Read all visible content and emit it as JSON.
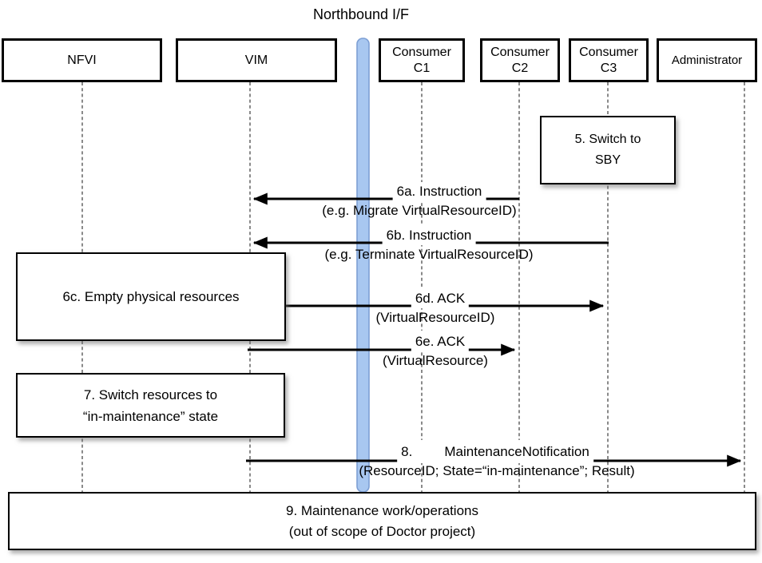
{
  "title": "Northbound I/F",
  "colors": {
    "bar_fill": "#A8C7F0",
    "bar_border": "#7D9FD4",
    "lifeline": "#4a4a4a",
    "arrow": "#000000"
  },
  "actors": [
    {
      "id": "nfvi",
      "lines": [
        "NFVI"
      ]
    },
    {
      "id": "vim",
      "lines": [
        "VIM"
      ]
    },
    {
      "id": "consumer-c1",
      "lines": [
        "Consumer",
        "C1"
      ]
    },
    {
      "id": "consumer-c2",
      "lines": [
        "Consumer",
        "C2"
      ]
    },
    {
      "id": "consumer-c3",
      "lines": [
        "Consumer",
        "C3"
      ]
    },
    {
      "id": "administrator",
      "lines": [
        "Administrator"
      ]
    }
  ],
  "process_boxes": [
    {
      "id": "5",
      "lines": [
        "5. Switch to",
        "SBY"
      ]
    },
    {
      "id": "6c",
      "lines": [
        "6c. Empty physical resources"
      ]
    },
    {
      "id": "7",
      "lines": [
        "7. Switch resources to",
        "“in-maintenance” state"
      ]
    },
    {
      "id": "9",
      "lines": [
        "9. Maintenance work/operations",
        "(out of scope of Doctor project)"
      ]
    }
  ],
  "messages": [
    {
      "id": "6a",
      "label": "6a. Instruction",
      "detail": "(e.g. Migrate VirtualResourceID)"
    },
    {
      "id": "6b",
      "label": "6b. Instruction",
      "detail": "(e.g. Terminate VirtualResourceID)"
    },
    {
      "id": "6d",
      "label": "6d. ACK",
      "detail": "(VirtualResourceID)"
    },
    {
      "id": "6e",
      "label": "6e. ACK",
      "detail": "(VirtualResource)"
    },
    {
      "id": "8",
      "number": "8.",
      "label": "MaintenanceNotification",
      "detail": "(ResourceID; State=“in-maintenance”; Result)"
    }
  ]
}
